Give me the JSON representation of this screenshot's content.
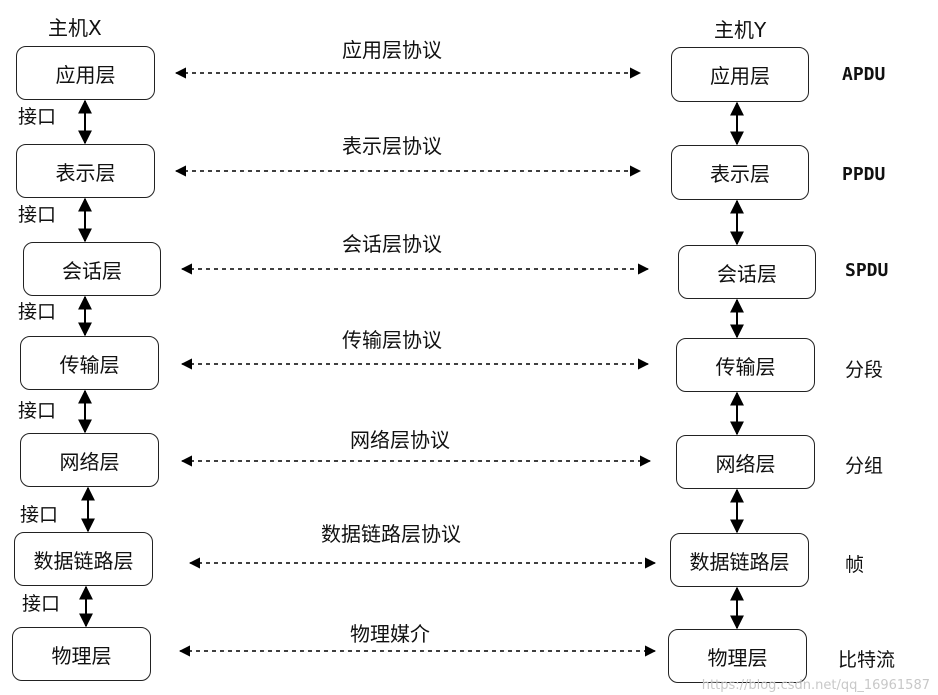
{
  "host_x": "主机X",
  "host_y": "主机Y",
  "interface_label": "接口",
  "layers": [
    {
      "left": "应用层",
      "right": "应用层",
      "protocol": "应用层协议",
      "pdu": "APDU"
    },
    {
      "left": "表示层",
      "right": "表示层",
      "protocol": "表示层协议",
      "pdu": "PPDU"
    },
    {
      "left": "会话层",
      "right": "会话层",
      "protocol": "会话层协议",
      "pdu": "SPDU"
    },
    {
      "left": "传输层",
      "right": "传输层",
      "protocol": "传输层协议",
      "pdu": "分段"
    },
    {
      "left": "网络层",
      "right": "网络层",
      "protocol": "网络层协议",
      "pdu": "分组"
    },
    {
      "left": "数据链路层",
      "right": "数据链路层",
      "protocol": "数据链路层协议",
      "pdu": "帧"
    },
    {
      "left": "物理层",
      "right": "物理层",
      "protocol": "物理媒介",
      "pdu": "比特流"
    }
  ],
  "watermark": "https://blog.csdn.net/qq_16961587"
}
